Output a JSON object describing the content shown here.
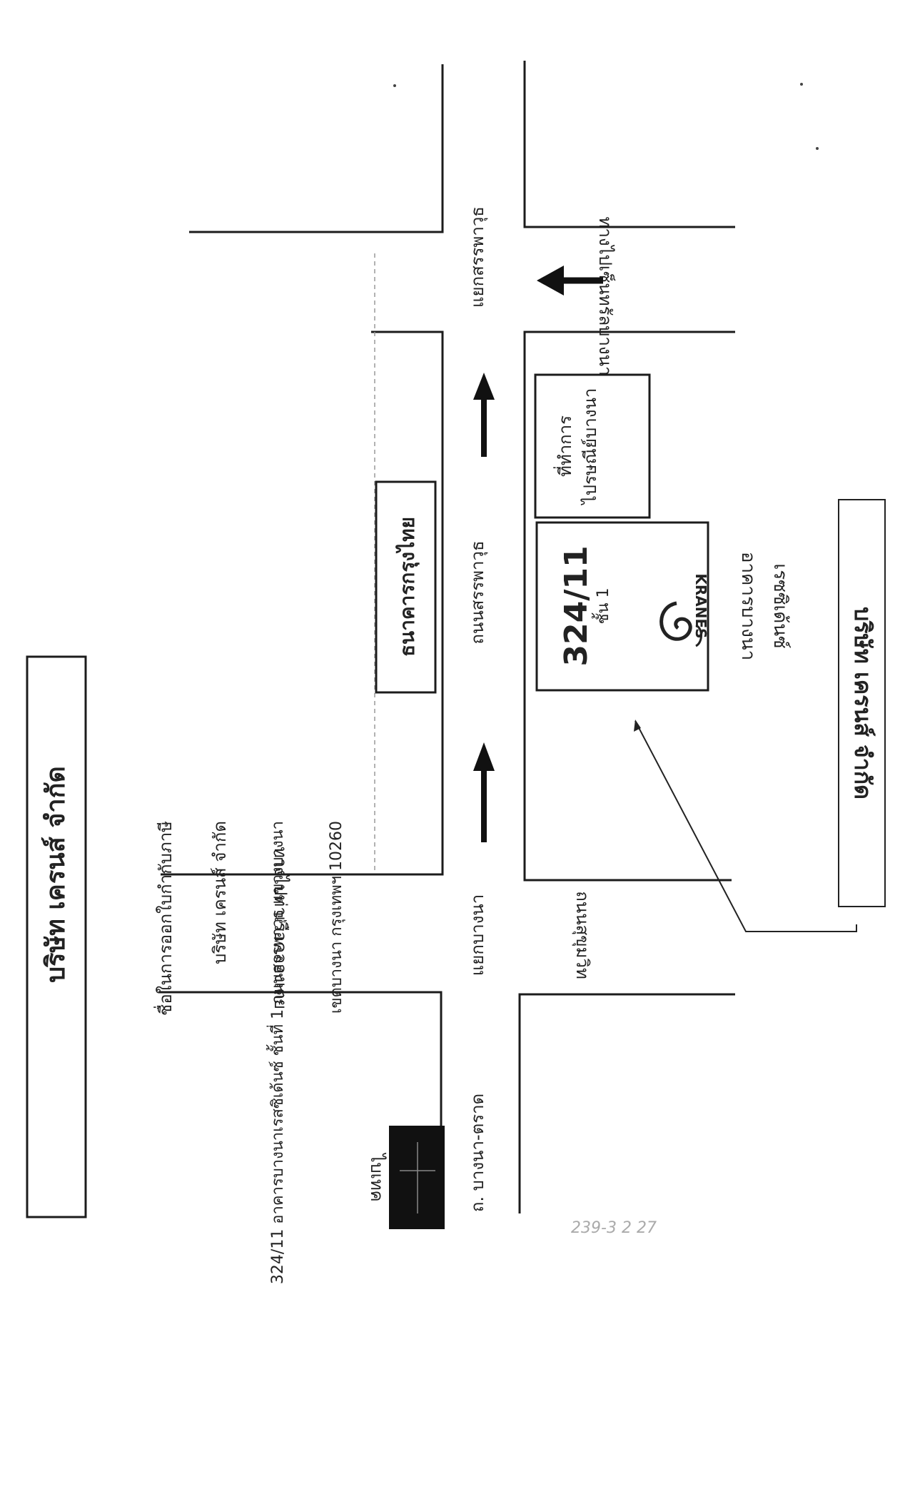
{
  "company_title": "บริษัท เครนส์ จำกัด",
  "tax_invoice": {
    "heading": "ชื่อในการออกใบกำกับภาษี",
    "company": "บริษัท เครนส์ จำกัด",
    "address_line1": "324/11 อาคารบางนาเรสซิเด้นซ์ ชั้นที่ 1 ถนนสรรพาวุธ แขวงบางนา",
    "address_line2": "เขตบางนา กรุงเทพฯ 10260"
  },
  "landmarks": {
    "bank": "ธนาคารกรุงไทย",
    "post_office_line1": "ที่ทำการ",
    "post_office_line2": "ไปรษณีย์บางนา",
    "building_line1": "อาคารบางนา",
    "building_line2": "เรซซิเด้นซ์",
    "company_sign": "บริษัท เครนส์ จำกัด",
    "bitec": "ไบเทค"
  },
  "office": {
    "number": "324/11",
    "floor": "ชั้น 1",
    "logo_text": "KRANES"
  },
  "roads": {
    "sanphawut_junction": "แยกสรรพาวุธ",
    "sanphawut_road": "ถนนสรรพาวุธ",
    "bangna_junction": "แยกบางนา",
    "bangna_trat": "ถ. บางนา-ตราด",
    "khlong_toei_port": "ทางไปท่าเรือคลองเตย",
    "central_bangna": "ทางไปเซ็นทรัลบางนา",
    "sukhumvit": "ถนนสุขุมวิท"
  },
  "handwritten_note": "239-3 2 27",
  "colors": {
    "ink": "#1c1c1c",
    "bitec_fill": "#111111"
  },
  "icons": [
    "arrow-up-icon",
    "arrow-down-icon",
    "kranes-swan-logo"
  ]
}
